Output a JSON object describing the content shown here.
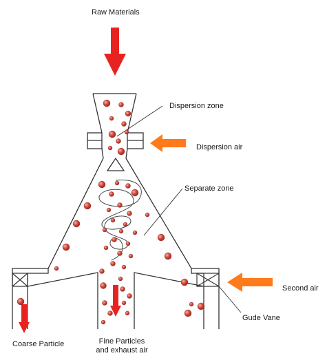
{
  "labels": {
    "raw_materials": "Raw Materials",
    "dispersion_zone": "Dispersion zone",
    "dispersion_air": "Dispersion air",
    "separate_zone": "Separate zone",
    "second_air": "Second air",
    "guide_vane": "Gude Vane",
    "coarse_particle": "Coarse Particle",
    "fine_particles_line1": "Fine Particles",
    "fine_particles_line2": "and  exhaust air"
  },
  "colors": {
    "outline": "#333333",
    "red_arrow": "#e8231f",
    "orange_arrow": "#ff7a1a",
    "particle_fill": "#c9382e",
    "particle_highlight": "#f3b3a8"
  },
  "icons": {
    "input_arrow": "arrow-down-icon",
    "air_arrow": "arrow-left-icon",
    "guide_vane": "crossed-box-icon",
    "deflector": "triangle-cone-icon"
  }
}
